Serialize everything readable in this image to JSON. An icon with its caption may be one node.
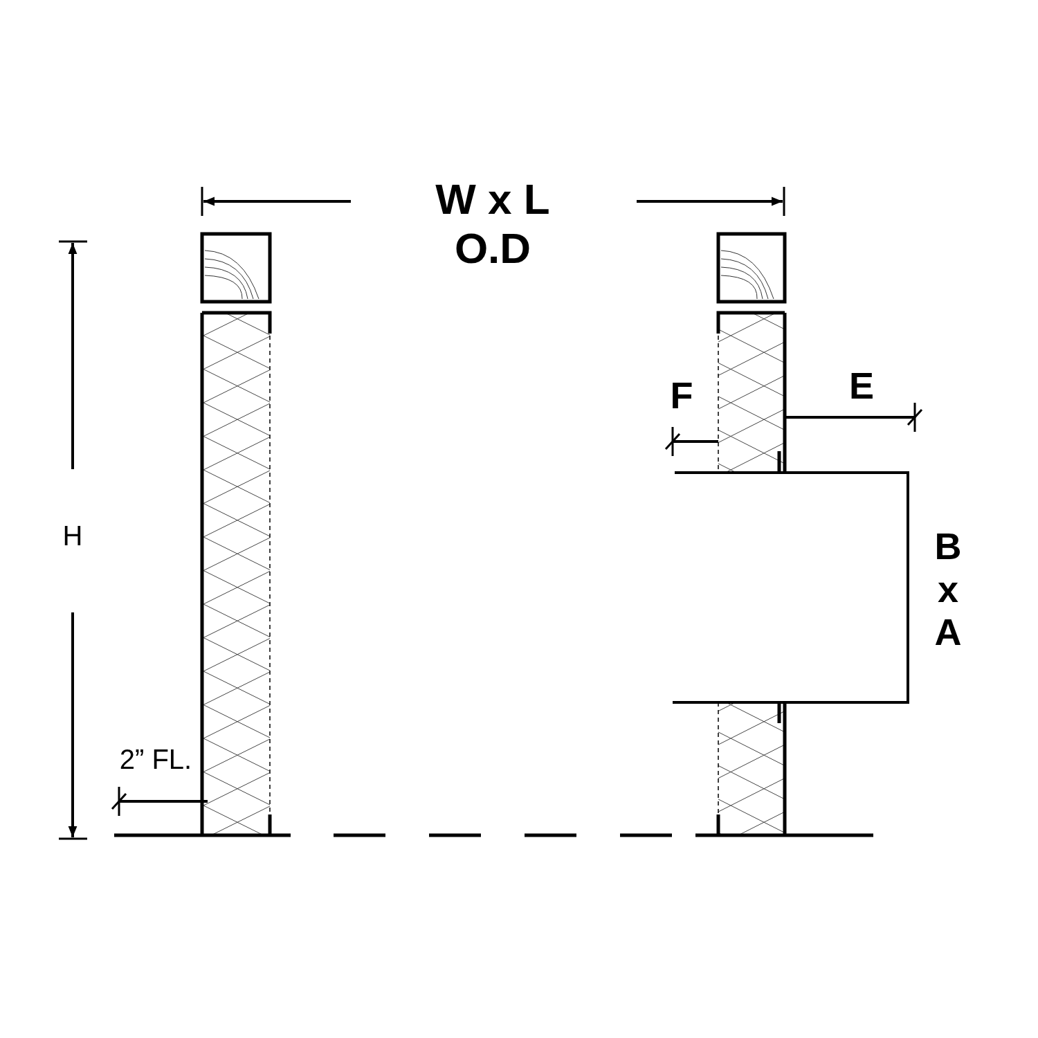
{
  "diagram": {
    "labels": [
      "W x L O.D",
      "H",
      "F",
      "E",
      "B x A",
      "2” FL."
    ]
  }
}
